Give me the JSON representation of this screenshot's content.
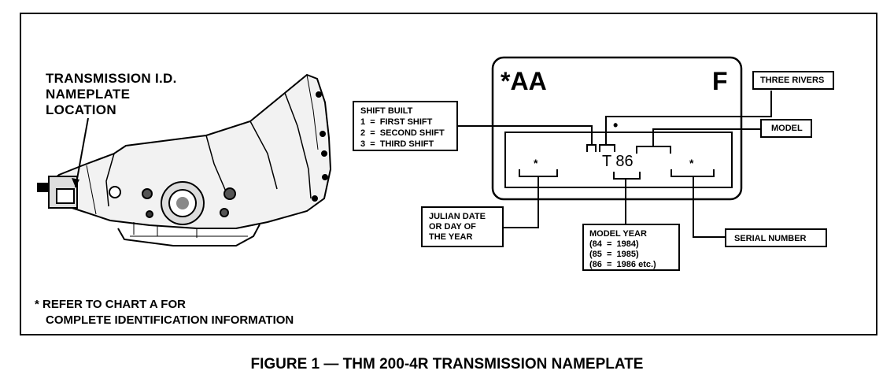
{
  "location_label": [
    "TRANSMISSION I.D.",
    "NAMEPLATE",
    "LOCATION"
  ],
  "footnote": [
    "* REFER TO CHART A FOR",
    "COMPLETE IDENTIFICATION INFORMATION"
  ],
  "caption": "FIGURE 1 — THM 200-4R TRANSMISSION NAMEPLATE",
  "nameplate": {
    "code": "*AA",
    "plant": "F",
    "dot": "•",
    "julian_mark": "*",
    "year_code": "T 86",
    "serial_mark": "*"
  },
  "callouts": {
    "three_rivers": "THREE RIVERS",
    "model": "MODEL",
    "serial_number": "SERIAL NUMBER",
    "shift_built": [
      "SHIFT BUILT",
      "1  =  FIRST SHIFT",
      "2  =  SECOND SHIFT",
      "3  =  THIRD SHIFT"
    ],
    "julian_date": [
      "JULIAN DATE",
      "OR DAY OF",
      "THE YEAR"
    ],
    "model_year": [
      "MODEL YEAR",
      "(84  =  1984)",
      "(85  =  1985)",
      "(86  =  1986 etc.)"
    ]
  }
}
